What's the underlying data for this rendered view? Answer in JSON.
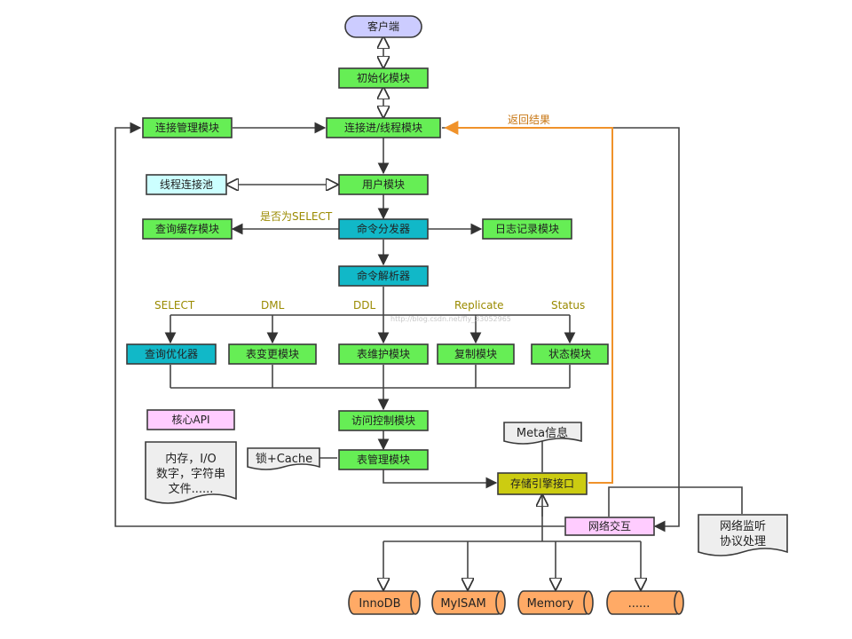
{
  "colors": {
    "green": "#66ee55",
    "teal": "#11b8c8",
    "pink": "#ffccff",
    "lavender": "#ccccff",
    "lightblue": "#ccffff",
    "olive": "#cccc11",
    "orange": "#ffaa66",
    "gray": "#eeeeee",
    "accent_orange": "#f0922a",
    "label_olive": "#9a8a00"
  },
  "nodes": {
    "client": "客户端",
    "init_module": "初始化模块",
    "conn_mgmt": "连接管理模块",
    "conn_thread": "连接进/线程模块",
    "thread_pool": "线程连接池",
    "user_module": "用户模块",
    "query_cache": "查询缓存模块",
    "dispatcher": "命令分发器",
    "log_module": "日志记录模块",
    "parser": "命令解析器",
    "optimizer": "查询优化器",
    "table_change": "表变更模块",
    "table_maint": "表维护模块",
    "replication": "复制模块",
    "status": "状态模块",
    "core_api": "核心API",
    "core_api_doc": [
      "内存，I/O",
      "数字，字符串",
      "文件......"
    ],
    "access_ctrl": "访问控制模块",
    "lock_cache": "锁+Cache",
    "table_mgmt": "表管理模块",
    "meta": "Meta信息",
    "storage_if": "存储引擎接口",
    "network": "网络交互",
    "net_listen": [
      "网络监听",
      "协议处理"
    ],
    "engines": [
      "InnoDB",
      "MyISAM",
      "Memory",
      "......"
    ]
  },
  "edge_labels": {
    "is_select": "是否为SELECT",
    "return_result": "返回结果",
    "select": "SELECT",
    "dml": "DML",
    "ddl": "DDL",
    "replicate": "Replicate",
    "status": "Status"
  },
  "watermark": "http://blog.csdn.net/fly_33052965"
}
